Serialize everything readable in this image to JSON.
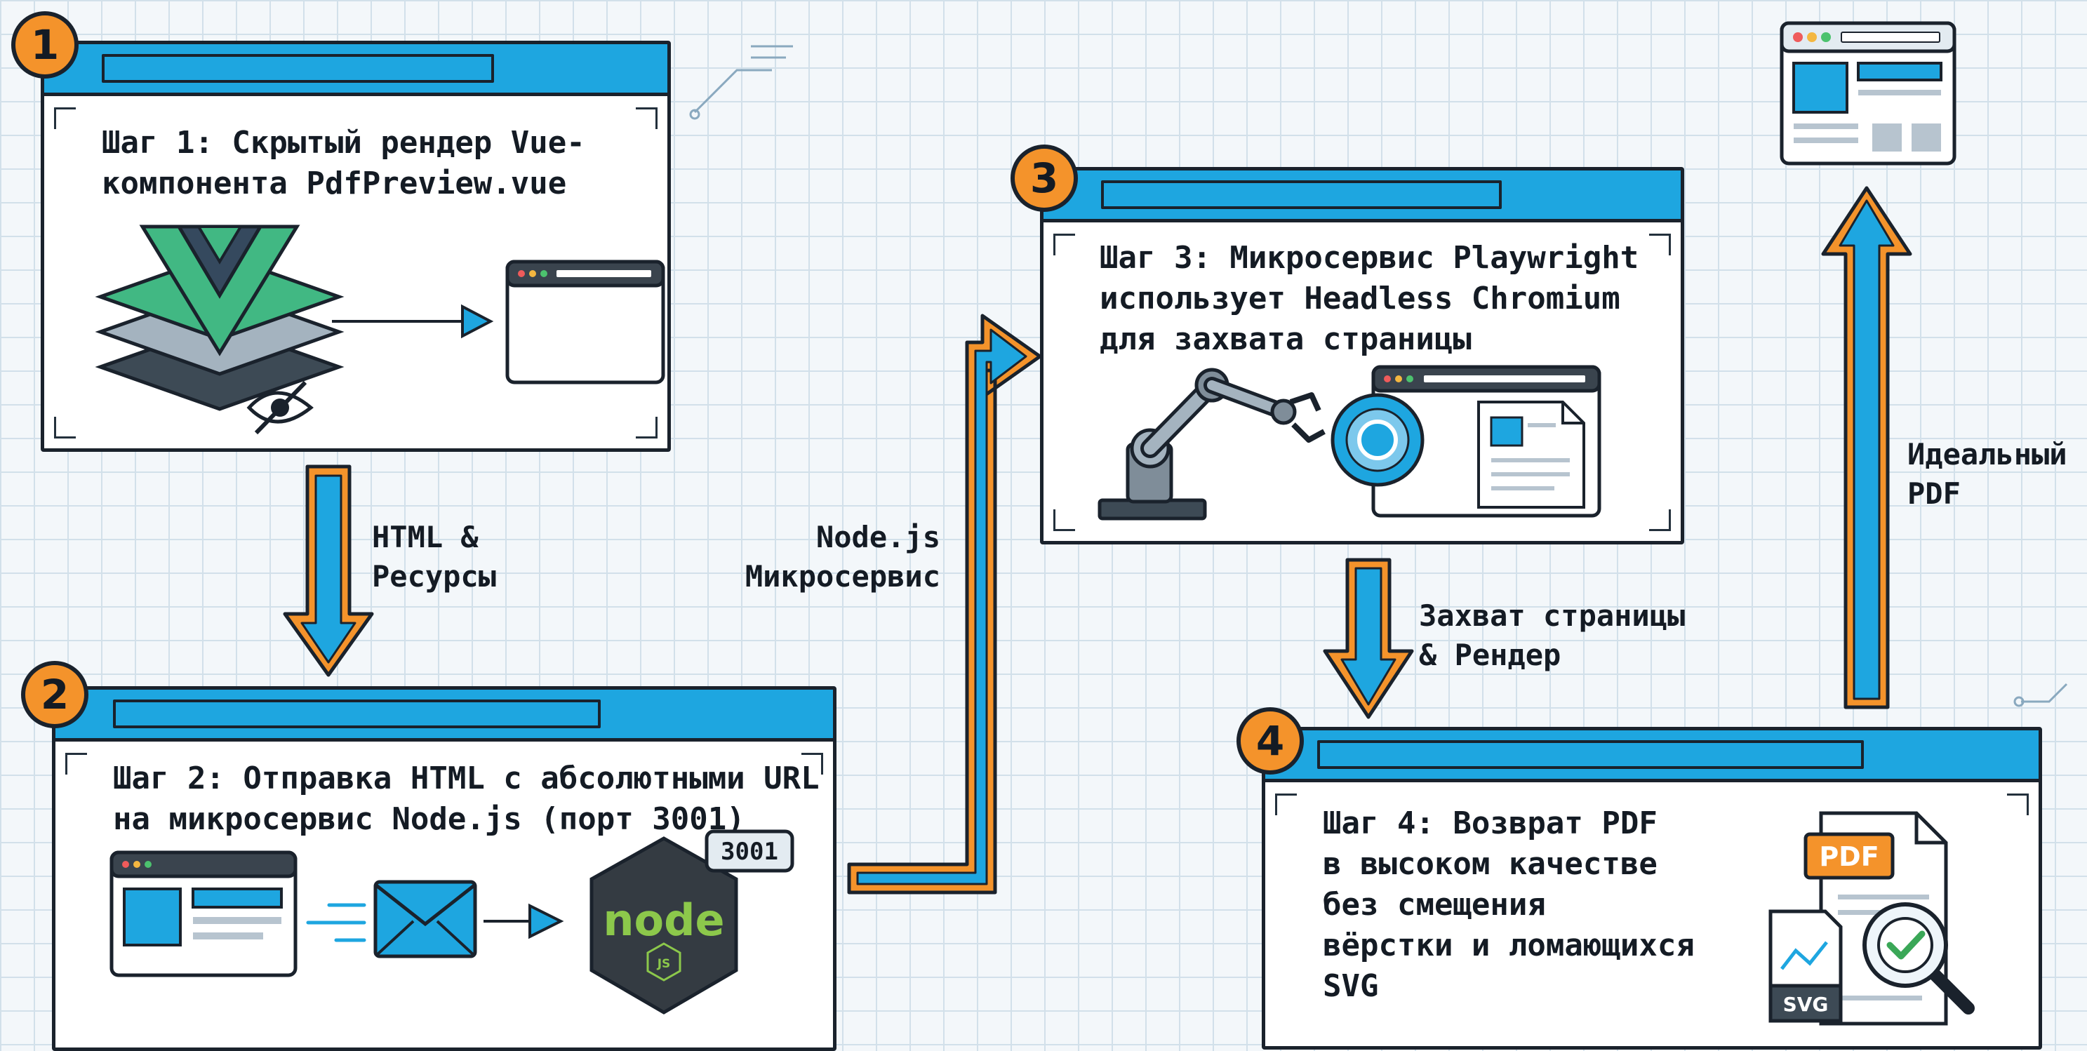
{
  "steps": [
    {
      "number": "1",
      "title_lines": [
        "Шаг 1: Скрытый рендер Vue-",
        "компонента PdfPreview.vue"
      ]
    },
    {
      "number": "2",
      "title_lines": [
        "Шаг 2: Отправка HTML с абсолютными URL",
        "на микросервис Node.js (порт 3001)"
      ]
    },
    {
      "number": "3",
      "title_lines": [
        "Шаг 3: Микросервис Playwright",
        "использует Headless Chromium",
        "для захвата страницы"
      ]
    },
    {
      "number": "4",
      "title_lines": [
        "Шаг 4: Возврат PDF",
        "в высоком качестве",
        "без смещения",
        "вёрстки и ломающихся",
        "SVG"
      ]
    }
  ],
  "arrows": {
    "html_resources": [
      "HTML &",
      "Ресурсы"
    ],
    "nodejs_microservice": [
      "Node.js",
      "Микросервис"
    ],
    "capture_render": [
      "Захват страницы",
      "& Рендер"
    ],
    "ideal_pdf": [
      "Идеальный",
      "PDF"
    ]
  },
  "illustrations": {
    "port_badge": "3001",
    "node_logo": "node",
    "node_js_mark": "JS",
    "pdf_label": "PDF",
    "svg_label": "SVG"
  },
  "icons": {
    "step1": [
      "vue-layers-icon",
      "hidden-eye-icon",
      "browser-window-icon"
    ],
    "step2": [
      "browser-window-icon",
      "envelope-icon",
      "nodejs-hexagon-icon"
    ],
    "step3": [
      "robot-arm-icon",
      "chromium-icon",
      "document-window-icon"
    ],
    "step4": [
      "pdf-document-icon",
      "svg-document-icon",
      "magnifier-check-icon"
    ],
    "final": "pdf-result-window-icon"
  },
  "colors": {
    "accent_blue": "#1ea6e0",
    "badge_orange": "#f4932b",
    "outline": "#1a222c",
    "vue_green": "#41b883",
    "vue_dark": "#35495e",
    "node_green": "#8cc84b",
    "check_green": "#3aa757",
    "background": "#f3f7fa",
    "grid": "#d2e0ea"
  }
}
